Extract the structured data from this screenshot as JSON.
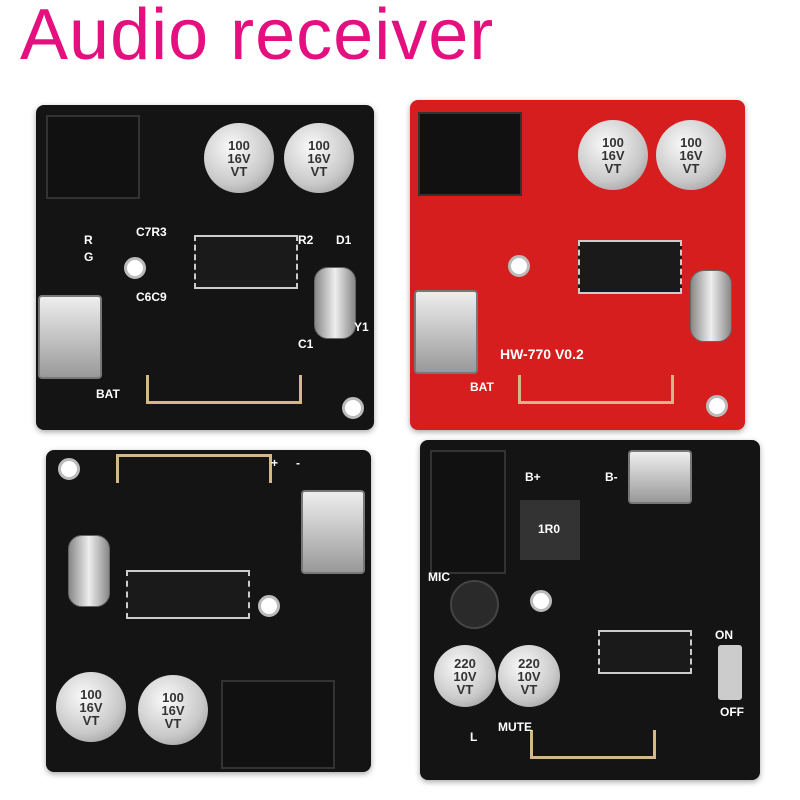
{
  "title": "Audio receiver",
  "colors": {
    "title": "#e5107f",
    "board_black": "#141414",
    "board_red": "#d61e1e"
  },
  "boards": [
    {
      "color": "black",
      "labels": {
        "bat": "BAT",
        "r": "R",
        "g": "G",
        "c7r3": "C7R3",
        "c6c9": "C6C9",
        "r2": "R2",
        "d1": "D1",
        "c1": "C1",
        "y1": "Y1",
        "cap": "100\n16V\nVT"
      }
    },
    {
      "color": "red",
      "labels": {
        "model": "HW-770 V0.2",
        "bat": "BAT",
        "cap": "100\n16V\nVT"
      }
    },
    {
      "color": "black",
      "labels": {
        "cap": "100\n16V\nVT",
        "plus": "+",
        "minus": "-"
      }
    },
    {
      "color": "black",
      "labels": {
        "bplus": "B+",
        "bminus": "B-",
        "mic": "MIC",
        "mute": "MUTE",
        "on": "ON",
        "off": "OFF",
        "cap": "220\n10V\nVT",
        "inductor": "1R0",
        "l": "L"
      }
    }
  ]
}
